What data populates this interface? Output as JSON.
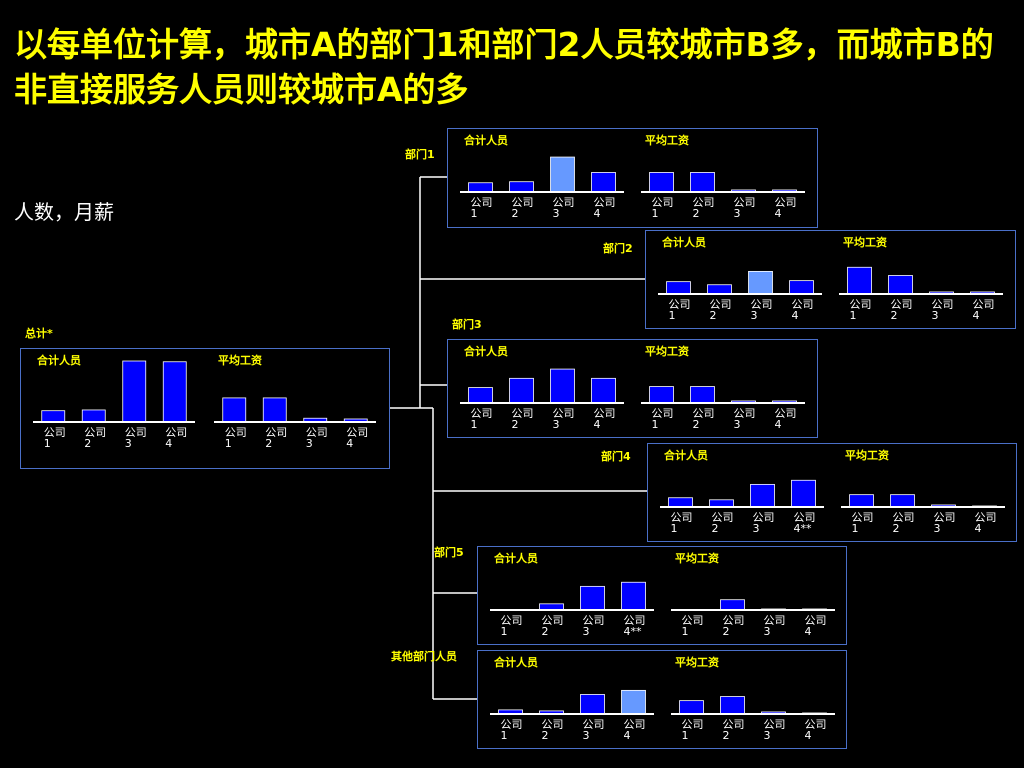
{
  "title": "以每单位计算，城市A的部门1和部门2人员较城市B多，而城市B的非直接服务人员则较城市A的多",
  "subtitle": "人数，月薪",
  "labels": {
    "total": "总计*",
    "dept1": "部门1",
    "dept2": "部门2",
    "dept3": "部门3",
    "dept4": "部门4",
    "dept5": "部门5",
    "other": "其他部门人员"
  },
  "colors": {
    "bar": "#0000ff",
    "highlight": "#6699ff",
    "bar_edge": "#ffffff",
    "axis": "#ffffff",
    "label": "#ffff00",
    "frame": "#4a6fc8"
  },
  "chart_data": [
    {
      "id": "total",
      "type": "bar",
      "group": "总计*",
      "charts": [
        {
          "title": "合计人员",
          "categories": [
            "公司\n1",
            "公司\n2",
            "公司\n3",
            "公司\n4"
          ],
          "values": [
            15,
            16,
            81,
            80
          ],
          "highlight": []
        },
        {
          "title": "平均工资",
          "categories": [
            "公司\n1",
            "公司\n2",
            "公司\n3",
            "公司\n4"
          ],
          "values": [
            32,
            32,
            5,
            4
          ],
          "highlight": []
        }
      ]
    },
    {
      "id": "dept1",
      "type": "bar",
      "group": "部门1",
      "charts": [
        {
          "title": "合计人员",
          "categories": [
            "公司\n1",
            "公司\n2",
            "公司\n3",
            "公司\n4"
          ],
          "values": [
            9,
            10,
            34,
            19
          ],
          "highlight": [
            2
          ]
        },
        {
          "title": "平均工资",
          "categories": [
            "公司\n1",
            "公司\n2",
            "公司\n3",
            "公司\n4"
          ],
          "values": [
            19,
            19,
            2,
            2
          ],
          "highlight": []
        }
      ]
    },
    {
      "id": "dept2",
      "type": "bar",
      "group": "部门2",
      "charts": [
        {
          "title": "合计人员",
          "categories": [
            "公司\n1",
            "公司\n2",
            "公司\n3",
            "公司\n4"
          ],
          "values": [
            12,
            9,
            22,
            13
          ],
          "highlight": [
            2
          ]
        },
        {
          "title": "平均工资",
          "categories": [
            "公司\n1",
            "公司\n2",
            "公司\n3",
            "公司\n4"
          ],
          "values": [
            26,
            18,
            2,
            2
          ],
          "highlight": []
        }
      ]
    },
    {
      "id": "dept3",
      "type": "bar",
      "group": "部门3",
      "charts": [
        {
          "title": "合计人员",
          "categories": [
            "公司\n1",
            "公司\n2",
            "公司\n3",
            "公司\n4"
          ],
          "values": [
            15,
            24,
            33,
            24
          ],
          "highlight": []
        },
        {
          "title": "平均工资",
          "categories": [
            "公司\n1",
            "公司\n2",
            "公司\n3",
            "公司\n4"
          ],
          "values": [
            16,
            16,
            2,
            2
          ],
          "highlight": []
        }
      ]
    },
    {
      "id": "dept4",
      "type": "bar",
      "group": "部门4",
      "charts": [
        {
          "title": "合计人员",
          "categories": [
            "公司\n1",
            "公司\n2",
            "公司\n3",
            "公司\n4**"
          ],
          "values": [
            9,
            7,
            22,
            26
          ],
          "highlight": []
        },
        {
          "title": "平均工资",
          "categories": [
            "公司\n1",
            "公司\n2",
            "公司\n3",
            "公司\n4"
          ],
          "values": [
            12,
            12,
            2,
            1
          ],
          "highlight": []
        }
      ]
    },
    {
      "id": "dept5",
      "type": "bar",
      "group": "部门5",
      "charts": [
        {
          "title": "合计人员",
          "categories": [
            "公司\n1",
            "公司\n2",
            "公司\n3",
            "公司\n4**"
          ],
          "values": [
            0,
            6,
            23,
            27
          ],
          "highlight": []
        },
        {
          "title": "平均工资",
          "categories": [
            "公司\n1",
            "公司\n2",
            "公司\n3",
            "公司\n4"
          ],
          "values": [
            0,
            10,
            1,
            1
          ],
          "highlight": []
        }
      ]
    },
    {
      "id": "other",
      "type": "bar",
      "group": "其他部门人员",
      "charts": [
        {
          "title": "合计人员",
          "categories": [
            "公司\n1",
            "公司\n2",
            "公司\n3",
            "公司\n4"
          ],
          "values": [
            4,
            3,
            19,
            23
          ],
          "highlight": [
            3
          ]
        },
        {
          "title": "平均工资",
          "categories": [
            "公司\n1",
            "公司\n2",
            "公司\n3",
            "公司\n4"
          ],
          "values": [
            13,
            17,
            2,
            1
          ],
          "highlight": []
        }
      ]
    }
  ]
}
